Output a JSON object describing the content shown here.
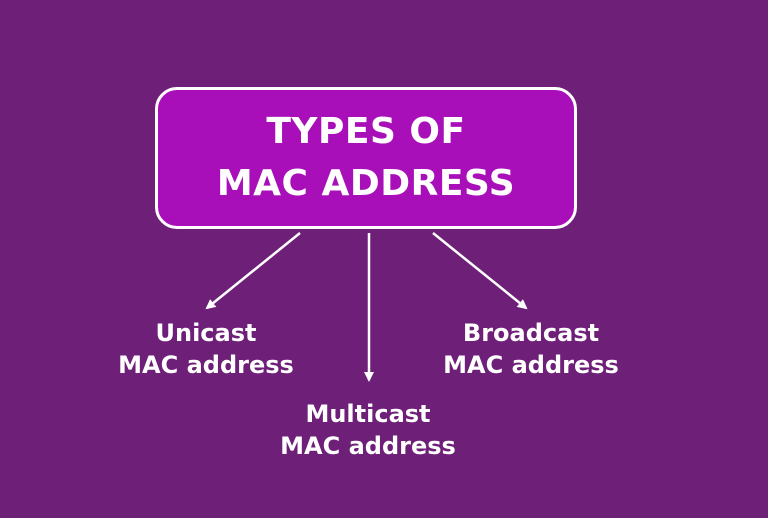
{
  "title": {
    "line1": "TYPES OF",
    "line2": "MAC ADDRESS"
  },
  "types": [
    {
      "line1": "Unicast",
      "line2": "MAC address"
    },
    {
      "line1": "Multicast",
      "line2": "MAC address"
    },
    {
      "line1": "Broadcast",
      "line2": "MAC address"
    }
  ],
  "colors": {
    "background": "#6e1f78",
    "box": "#a80fb8",
    "stroke": "#ffffff"
  }
}
